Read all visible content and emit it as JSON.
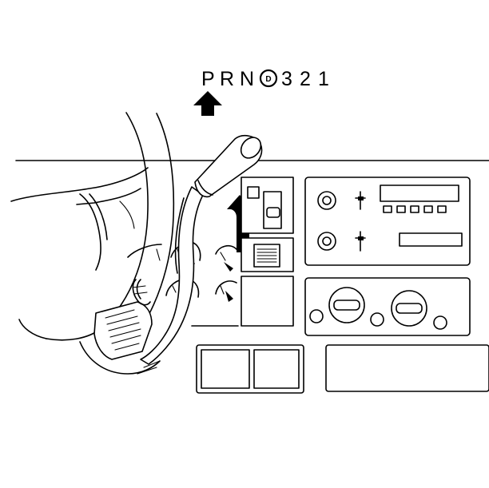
{
  "gear_indicator": {
    "gears": [
      "P",
      "R",
      "N",
      "D",
      "3",
      "2",
      "1"
    ],
    "selected": "D"
  },
  "colors": {
    "line": "#000000",
    "background": "#ffffff"
  },
  "icons": [
    "up-arrow-icon",
    "curved-arrow-icon"
  ]
}
